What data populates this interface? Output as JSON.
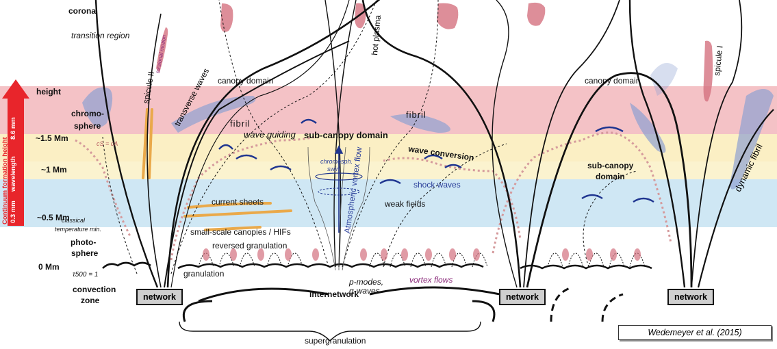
{
  "labels": {
    "corona": "corona",
    "transition_region": "transition region",
    "height": "height",
    "chromosphere_1": "chromo-",
    "chromosphere_2": "sphere",
    "h_1_5": "~1.5 Mm",
    "h_1": "~1 Mm",
    "h_0_5": "~0.5 Mm",
    "h_0": "0 Mm",
    "classical": "classical",
    "temp_min": "temperature min.",
    "photosphere_1": "photo-",
    "photosphere_2": "sphere",
    "tau": "τ500 = 1",
    "convection_1": "convection",
    "convection_2": "zone",
    "spicule_2": "spicule II",
    "torsional": "torsional motion",
    "transverse": "transverse waves",
    "canopy_left": "canopy domain",
    "canopy_right": "canopy domain",
    "fibril_left": "fibril",
    "fibril_right": "fibril",
    "wave_guiding": "wave guiding",
    "cs_ca": "cS = cA",
    "hot_plasma": "hot plasma",
    "subcanopy_center": "sub-canopy domain",
    "chromo_swirl_1": "chromosph.",
    "chromo_swirl_2": "swirl",
    "atmo_vortex": "Atmospheric vortex flow",
    "wave_conversion": "wave conversion",
    "shock_waves": "shock waves",
    "weak_fields": "weak fields",
    "current_sheets": "current sheets",
    "small_scale": "small-scale canopies / HIFs",
    "reversed_gran": "reversed granulation",
    "granulation": "granulation",
    "p_modes_1": "p-modes,",
    "p_modes_2": "g-waves",
    "vortex_flows": "vortex flows",
    "internetwork": "internetwork",
    "subcanopy_right_1": "sub-canopy",
    "subcanopy_right_2": "domain",
    "spicule_1": "spicule I",
    "dynamic_fibril": "dynamic fibril",
    "network_left": "network",
    "network_mid": "network",
    "network_right": "network",
    "supergranulation": "supergranulation",
    "credit": "Wedemeyer et al. (2015)",
    "axis_title": "Continuum formation height",
    "axis_wl_low": "0.3 mm",
    "axis_wl_mid": "wavelength",
    "axis_wl_high": "8.6 mm"
  },
  "colors": {
    "chromosphere_band": "#f4c2c6",
    "upper_yellow_band": "#fbefc4",
    "mid_yellow_band": "#fbf3cf",
    "blue_band": "#cfe7f4",
    "arrow_red": "#e8252b",
    "spicule_fill": "#d4727f",
    "fibril_fill": "#8fa1d2",
    "current_sheet": "#eaa94a",
    "shock_arc": "#1f3590",
    "dotted_pink": "#d59a9c"
  }
}
